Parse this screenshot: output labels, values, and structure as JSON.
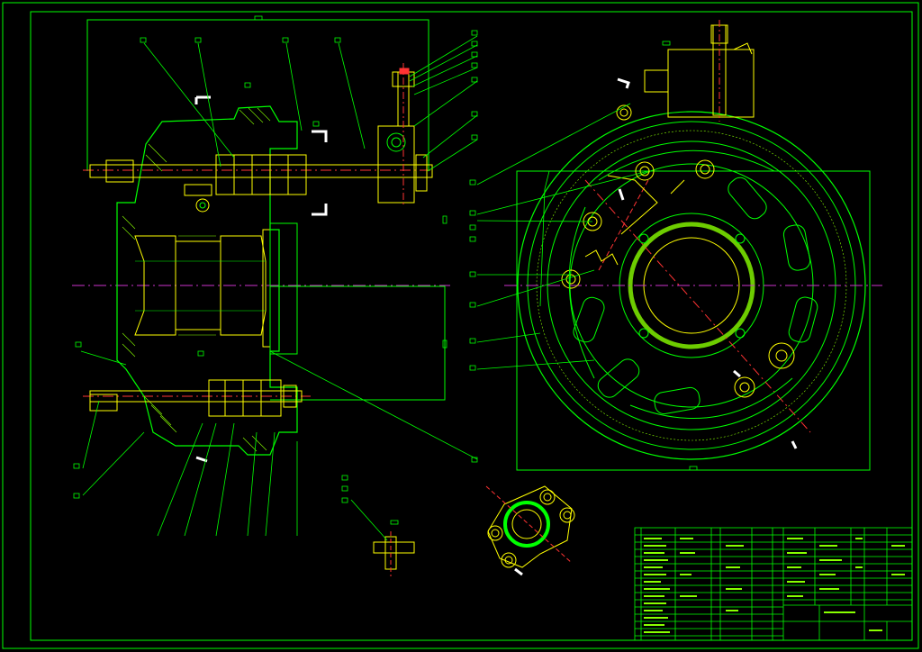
{
  "drawing": {
    "colors": {
      "background": "#000000",
      "outline": "#00ff00",
      "part": "#ffff00",
      "hatch": "#88ff00",
      "centerline": "#ff3333",
      "axis": "#cc33cc",
      "white": "#ffffff",
      "dim": "#00ff00"
    },
    "views": [
      "section-view",
      "end-view",
      "bracket-detail",
      "bolt-detail",
      "title-block"
    ]
  }
}
